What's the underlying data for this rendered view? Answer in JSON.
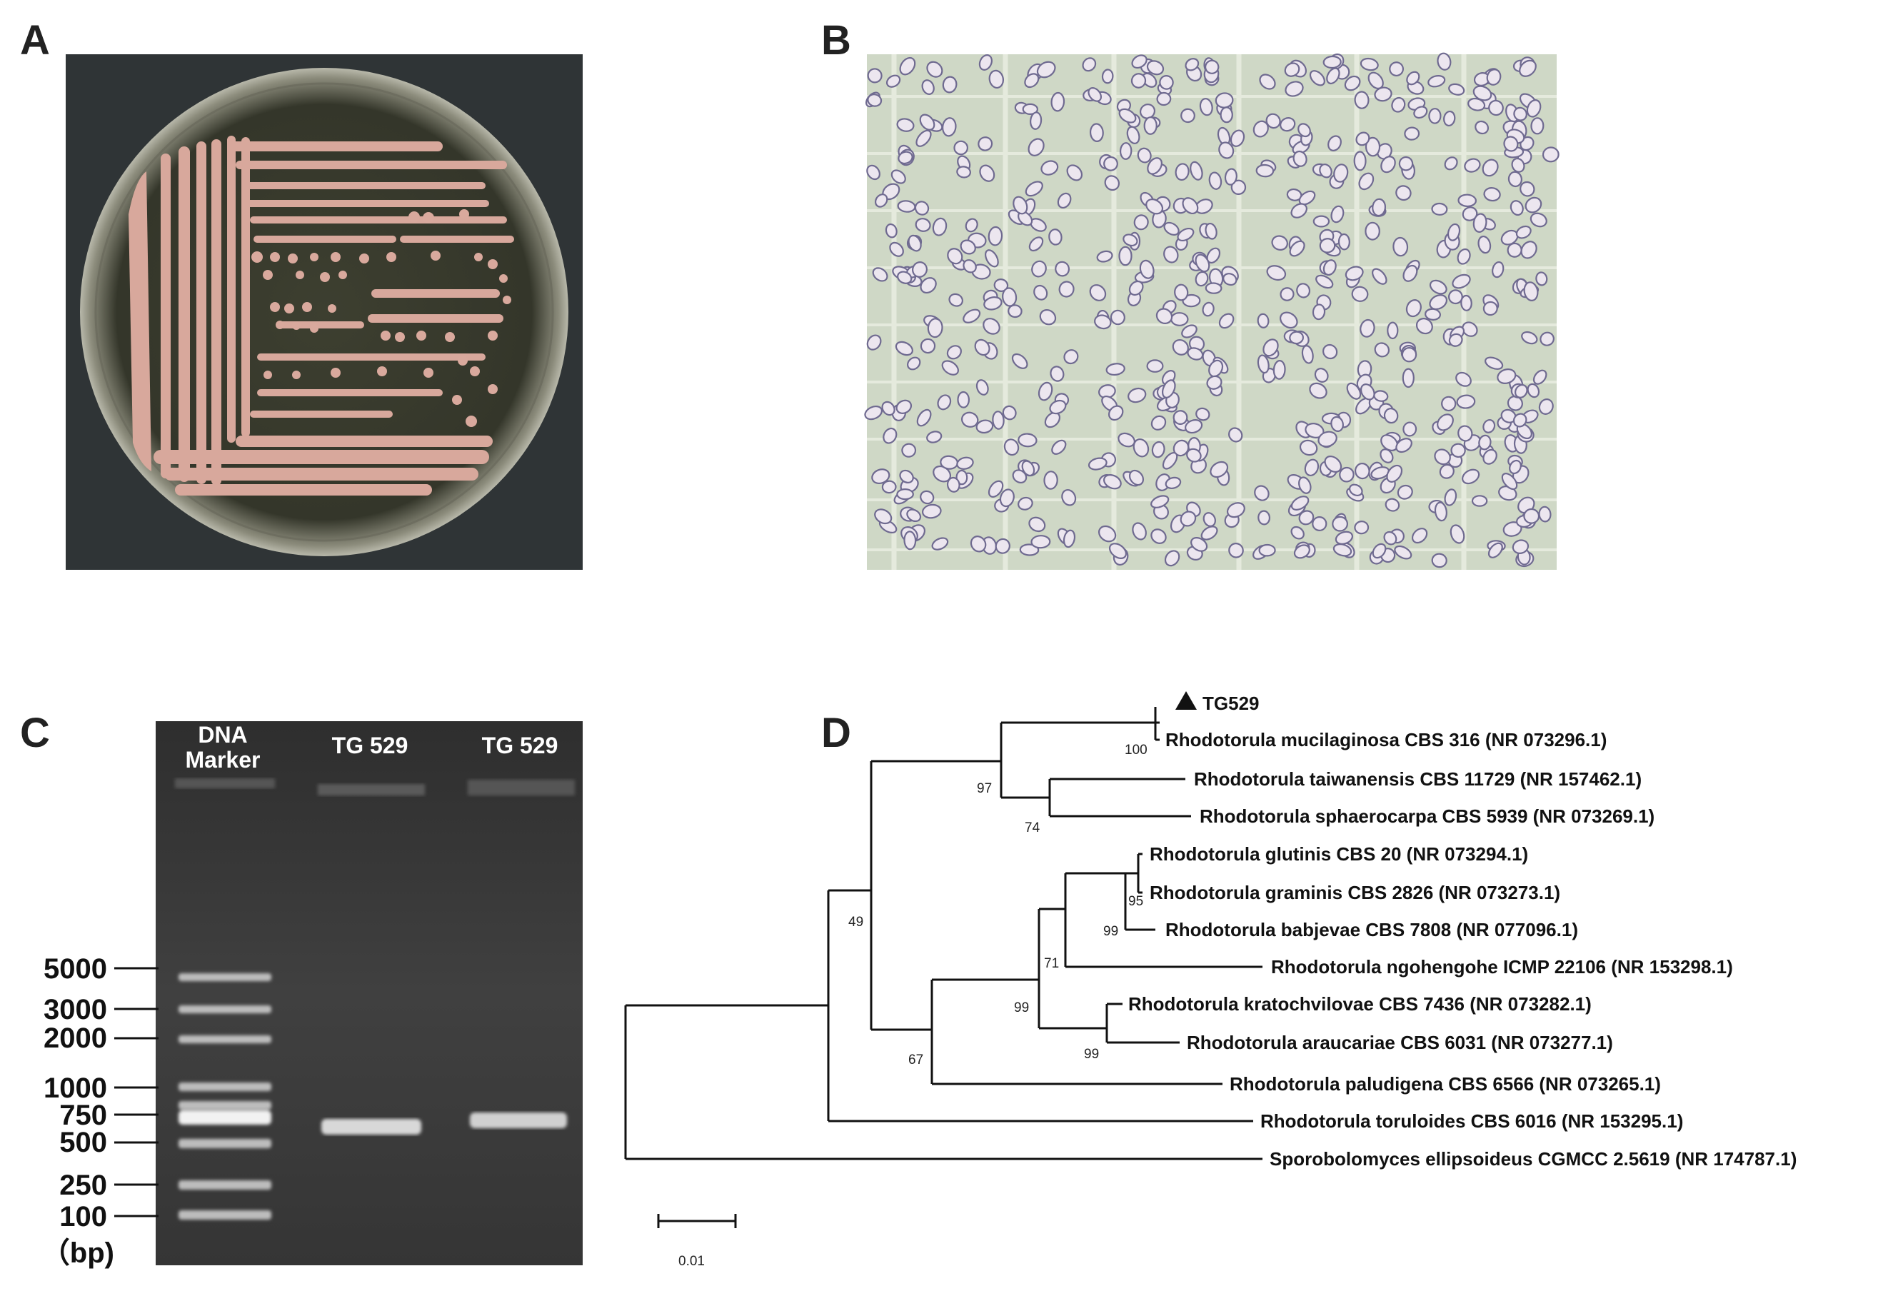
{
  "panels": {
    "a": "A",
    "b": "B",
    "c": "C",
    "d": "D"
  },
  "colors": {
    "colony": "#d8a89c",
    "agar": "#3a3b2e",
    "micro_bg": "#cfd8c6",
    "cell": "#ece6ef",
    "gel_bg": "#3a3a3a"
  },
  "gel": {
    "marker_label_line1": "DNA",
    "marker_label_line2": "Marker",
    "lane2_label": "TG 529",
    "lane3_label": "TG 529",
    "sizes": [
      "5000",
      "3000",
      "2000",
      "1000",
      "750",
      "500",
      "250",
      "100"
    ],
    "unit": "（bp)"
  },
  "tree": {
    "tg_label": "TG529",
    "leaves": [
      "Rhodotorula mucilaginosa CBS 316 (NR 073296.1)",
      "Rhodotorula taiwanensis CBS 11729 (NR 157462.1)",
      "Rhodotorula sphaerocarpa CBS 5939 (NR 073269.1)",
      "Rhodotorula glutinis CBS 20 (NR 073294.1)",
      "Rhodotorula graminis CBS 2826 (NR 073273.1)",
      "Rhodotorula babjevae CBS 7808 (NR 077096.1)",
      "Rhodotorula ngohengohe ICMP 22106 (NR 153298.1)",
      "Rhodotorula kratochvilovae CBS 7436 (NR 073282.1)",
      "Rhodotorula araucariae CBS 6031 (NR 073277.1)",
      "Rhodotorula paludigena CBS 6566 (NR 073265.1)",
      "Rhodotorula toruloides CBS 6016 (NR 153295.1)",
      "Sporobolomyces ellipsoideus CGMCC 2.5619 (NR 174787.1)"
    ],
    "bootstraps": {
      "b100": "100",
      "b97": "97",
      "b74": "74",
      "b95": "95",
      "b99a": "99",
      "b71": "71",
      "b99b": "99",
      "b99c": "99",
      "b49": "49",
      "b67": "67"
    },
    "scale_label": "0.01"
  }
}
